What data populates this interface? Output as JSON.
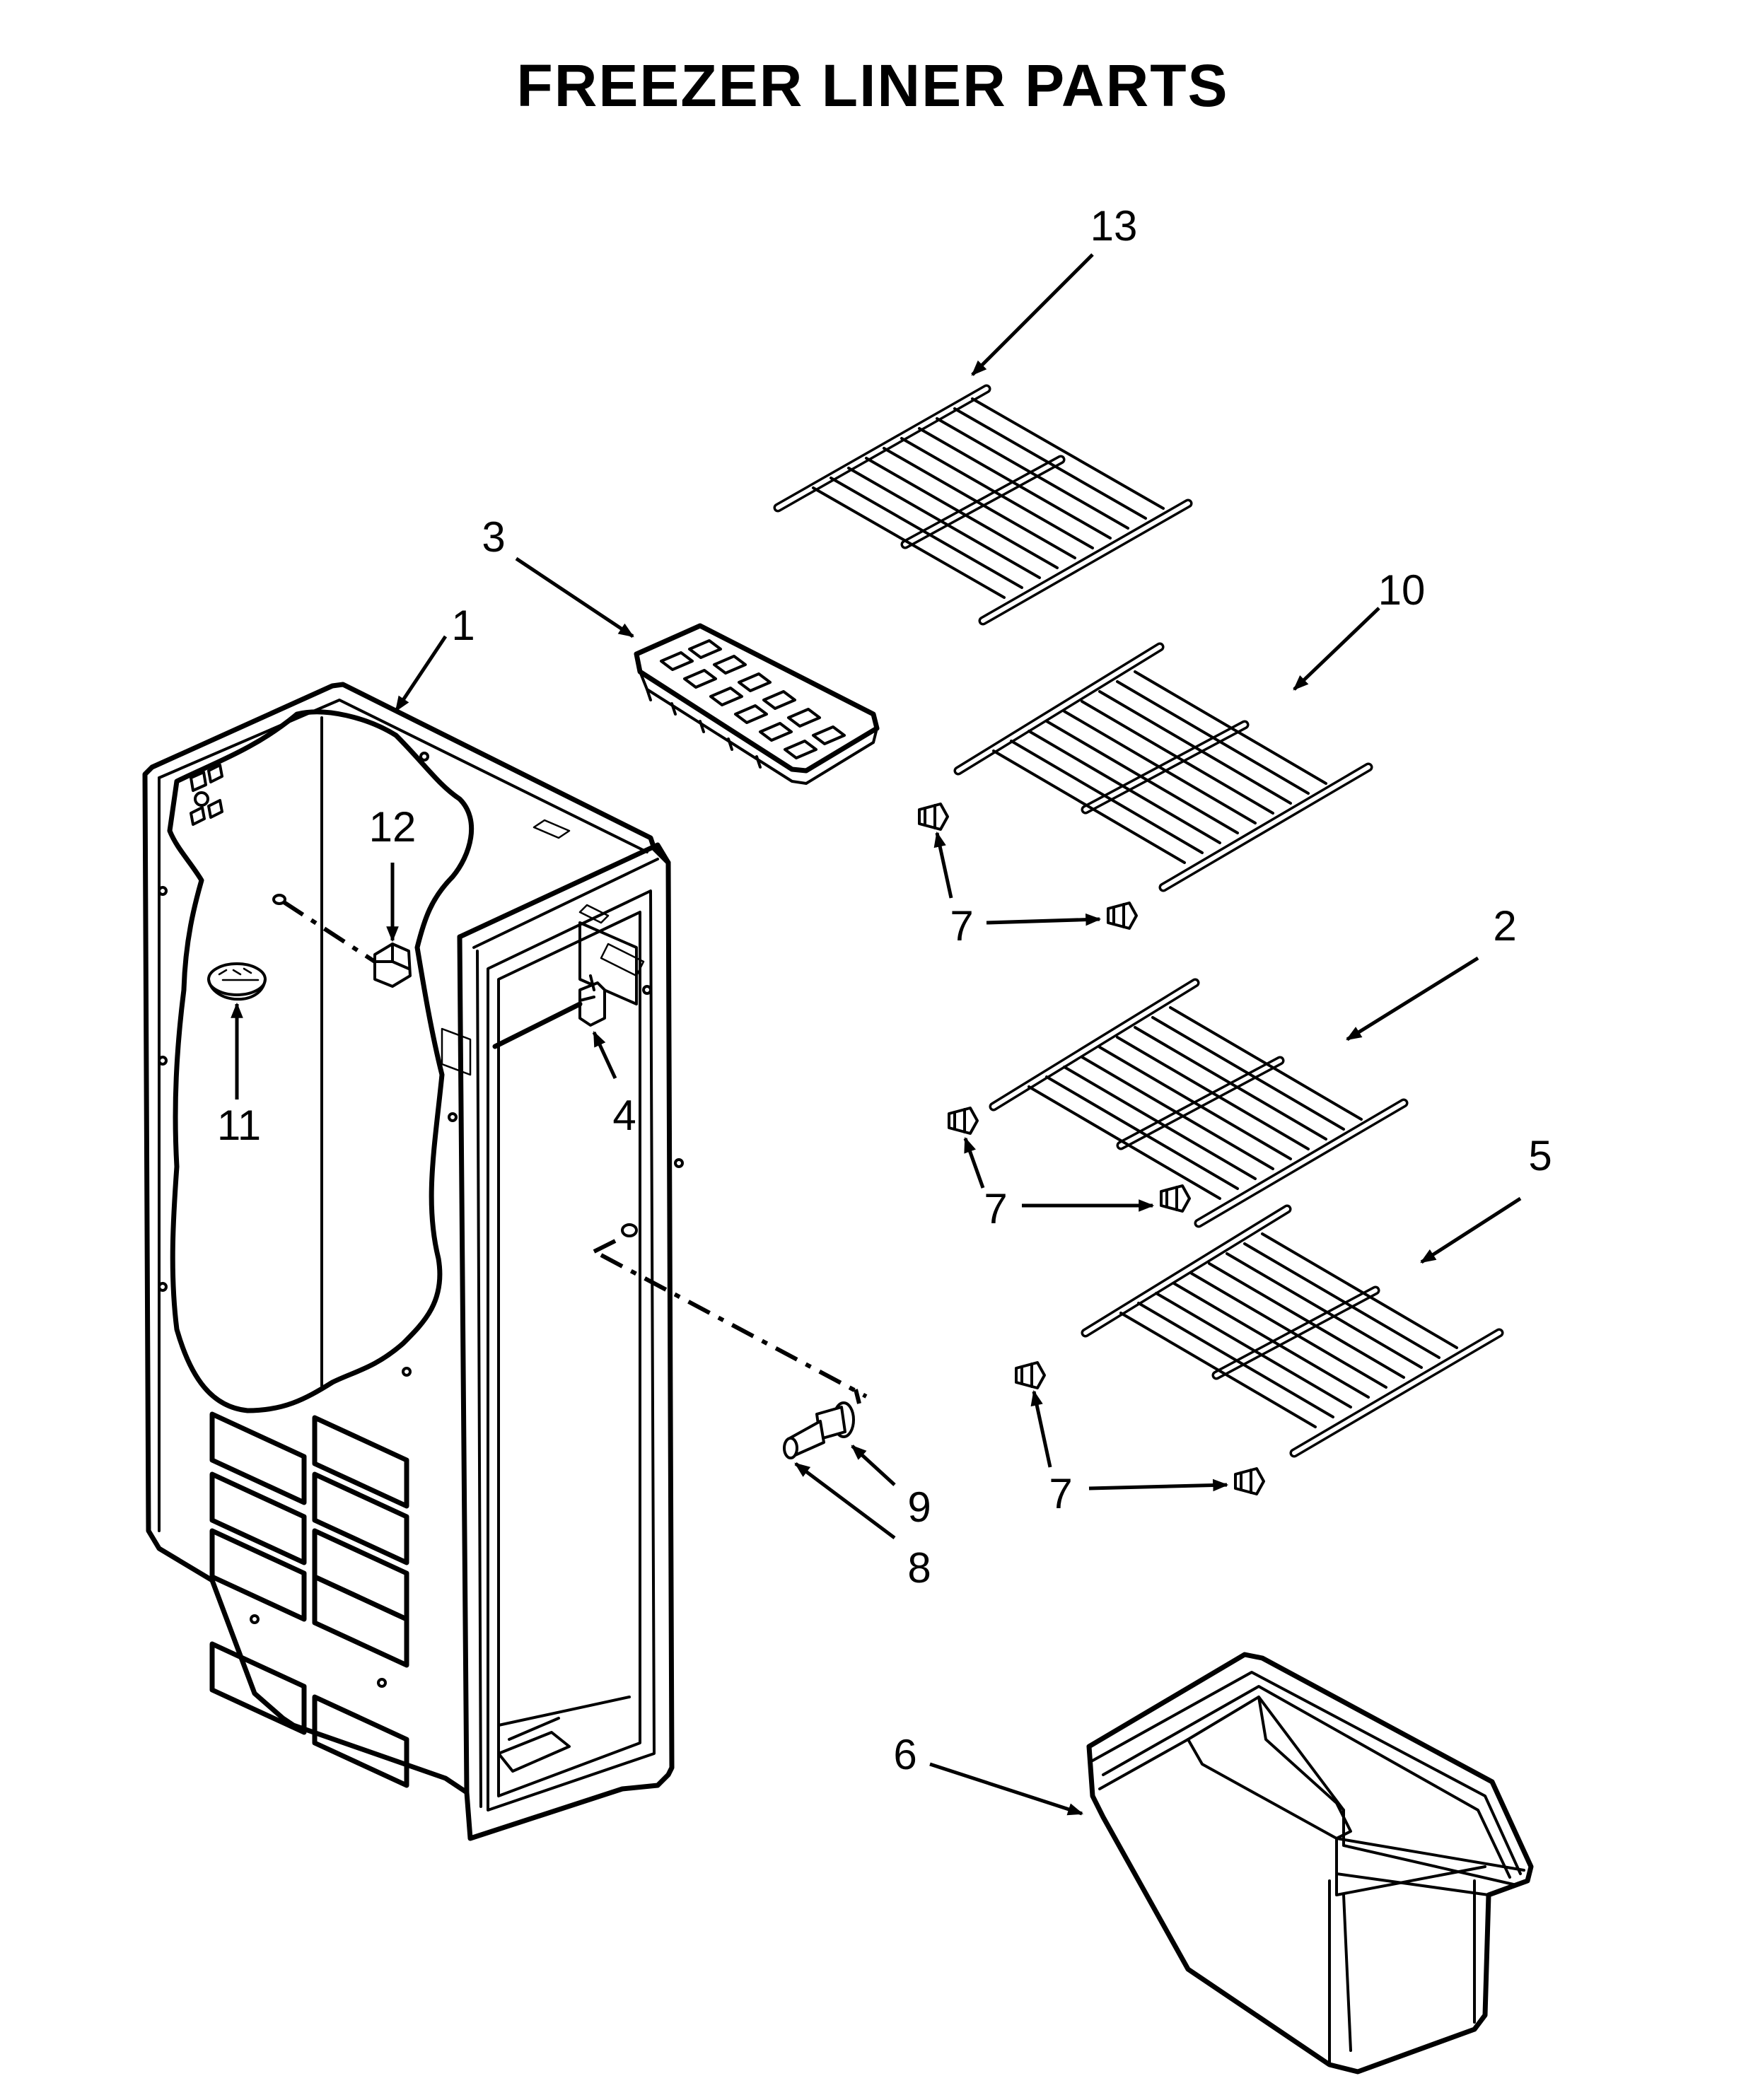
{
  "title": "FREEZER LINER PARTS",
  "callouts": {
    "c1": "1",
    "c2": "2",
    "c3": "3",
    "c4": "4",
    "c5": "5",
    "c6": "6",
    "c7a": "7",
    "c7b": "7",
    "c7c": "7",
    "c8": "8",
    "c9": "9",
    "c10": "10",
    "c11": "11",
    "c12": "12",
    "c13": "13"
  }
}
